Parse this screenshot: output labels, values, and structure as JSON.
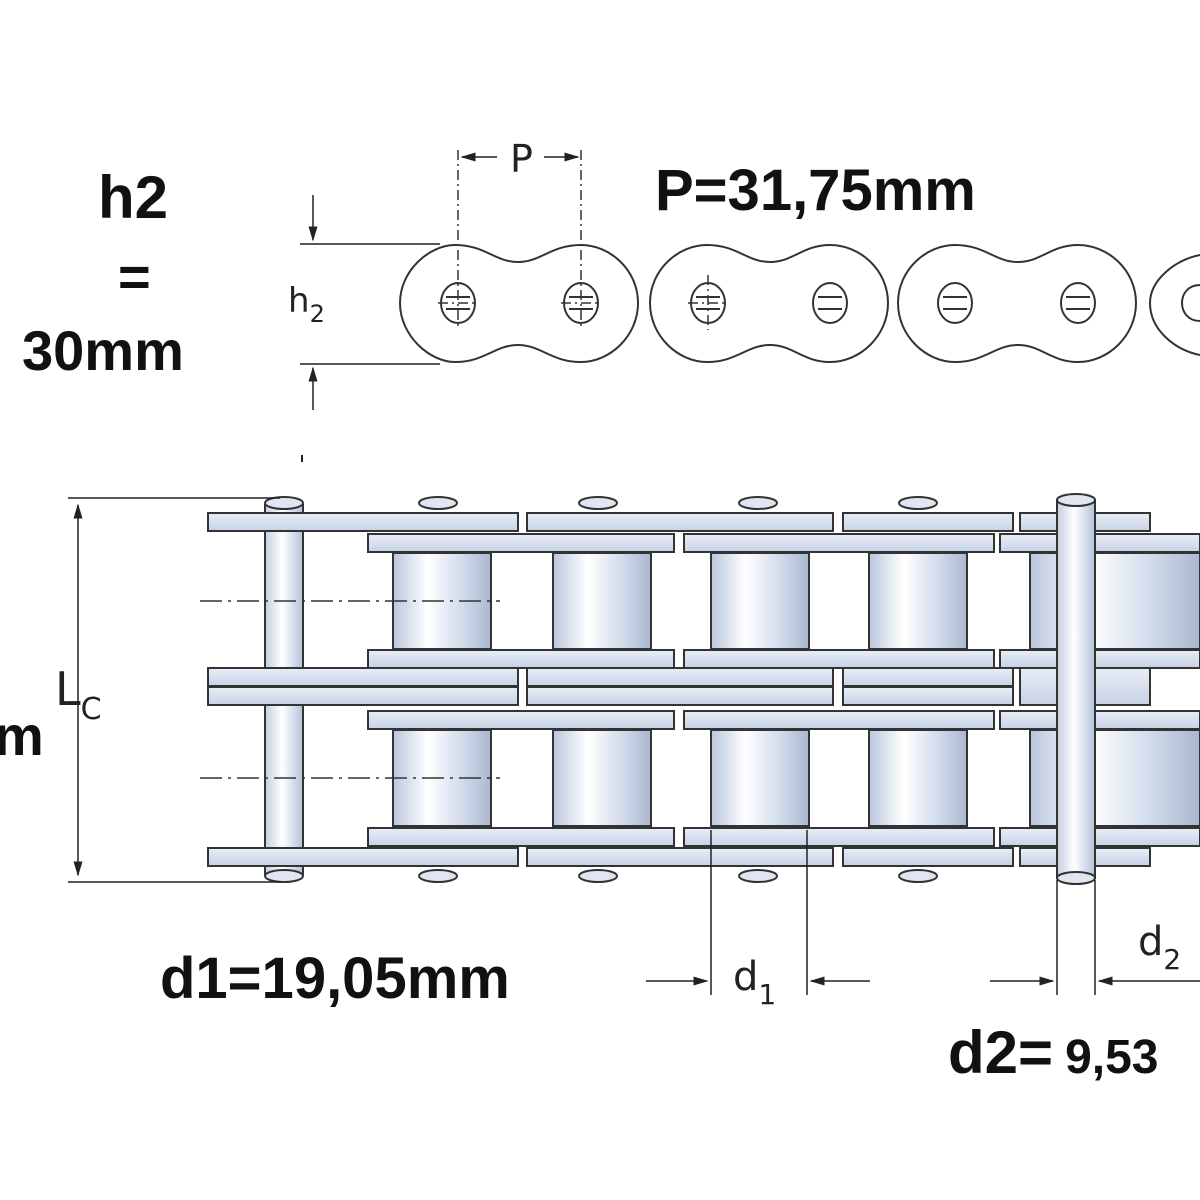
{
  "annotations": {
    "h2_name": "h2",
    "h2_equals": "=",
    "h2_value": "30mm",
    "pitch_value": "P=31,75mm",
    "d1_value": "d1=19,05mm",
    "d2_value_prefix": "d2=",
    "d2_value_digits": "9,53",
    "lc_value_fragment": "m"
  },
  "labels": {
    "pitch": "P",
    "h": "h",
    "h_sub": "2",
    "lc": "L",
    "lc_sub": "C",
    "d1": "d",
    "d1_sub": "1",
    "d2": "d",
    "d2_sub": "2"
  }
}
